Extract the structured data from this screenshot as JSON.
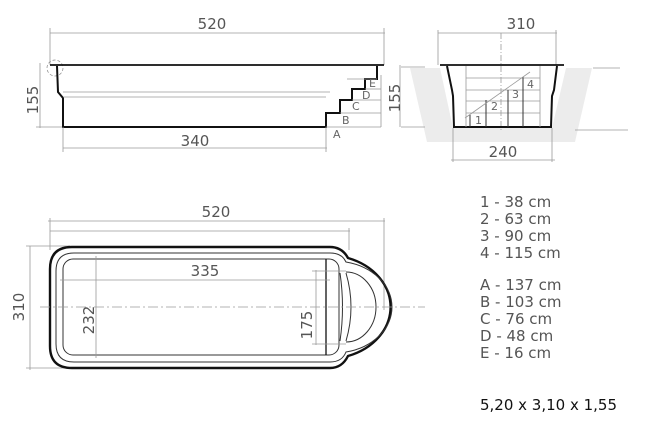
{
  "side_view": {
    "length": "520",
    "depth_left": "155",
    "floor_length": "340",
    "depth_right": "155",
    "step_labels": [
      "A",
      "B",
      "C",
      "D",
      "E"
    ]
  },
  "cross_section": {
    "width": "310",
    "floor_width": "240",
    "depth": "155",
    "step_labels": [
      "1",
      "2",
      "3",
      "4"
    ]
  },
  "plan_view": {
    "length": "520",
    "width": "310",
    "inner_length": "335",
    "inner_width": "232",
    "step_width": "175"
  },
  "legend": [
    "1 - 38 cm",
    "2 - 63 cm",
    "3 - 90 cm",
    "4 - 115 cm",
    "A - 137 cm",
    "B - 103 cm",
    "C - 76 cm",
    "D - 48 cm",
    "E - 16 cm"
  ],
  "overall_dimensions": "5,20 x 3,10 x 1,55"
}
